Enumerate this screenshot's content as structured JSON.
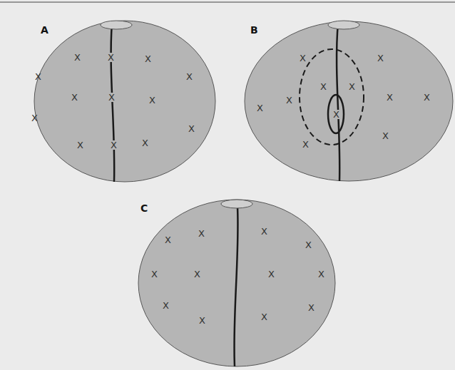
{
  "diagram": {
    "labels": [
      "A",
      "X",
      "X",
      "X",
      "X",
      "X",
      "X",
      "X",
      "X",
      "X",
      "X",
      "X",
      "X",
      "X",
      "B",
      "X",
      "X",
      "X",
      "X",
      "X",
      "X",
      "X",
      "X",
      "X",
      "X",
      "X",
      "C",
      "X",
      "X",
      "X",
      "X",
      "X",
      "X",
      "X",
      "X",
      "X",
      "X",
      "X",
      "X"
    ]
  }
}
